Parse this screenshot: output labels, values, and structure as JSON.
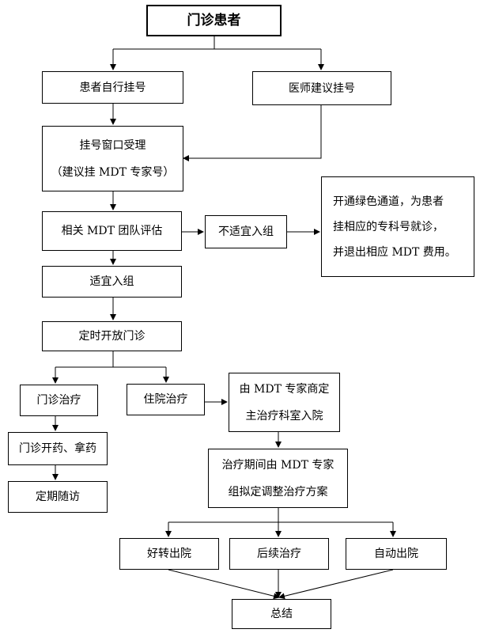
{
  "nodes": {
    "outpatient_patient": "门诊患者",
    "self_registration": "患者自行挂号",
    "doctor_suggested_registration": "医师建议挂号",
    "registration_window": [
      "挂号窗口受理",
      "（建议挂 MDT 专家号）"
    ],
    "mdt_team_assessment": "相关 MDT 团队评估",
    "not_suitable": "不适宜入组",
    "green_channel_note": [
      "开通绿色通道，为患者",
      "挂相应的专科号就诊，",
      "并退出相应 MDT 费用。"
    ],
    "suitable": "适宜入组",
    "scheduled_clinic": "定时开放门诊",
    "outpatient_treatment": "门诊治疗",
    "inpatient_treatment": "住院治疗",
    "mdt_decides_department": [
      "由 MDT 专家商定",
      "主治疗科室入院"
    ],
    "outpatient_prescription": "门诊开药、拿药",
    "regular_followup": "定期随访",
    "mdt_adjusts_plan": [
      "治疗期间由 MDT 专家",
      "组拟定调整治疗方案"
    ],
    "improved_discharge": "好转出院",
    "continued_treatment": "后续治疗",
    "voluntary_discharge": "自动出院",
    "summary": "总结"
  },
  "colors": {
    "line": "#000000",
    "box_border": "#000000",
    "background": "#ffffff"
  }
}
